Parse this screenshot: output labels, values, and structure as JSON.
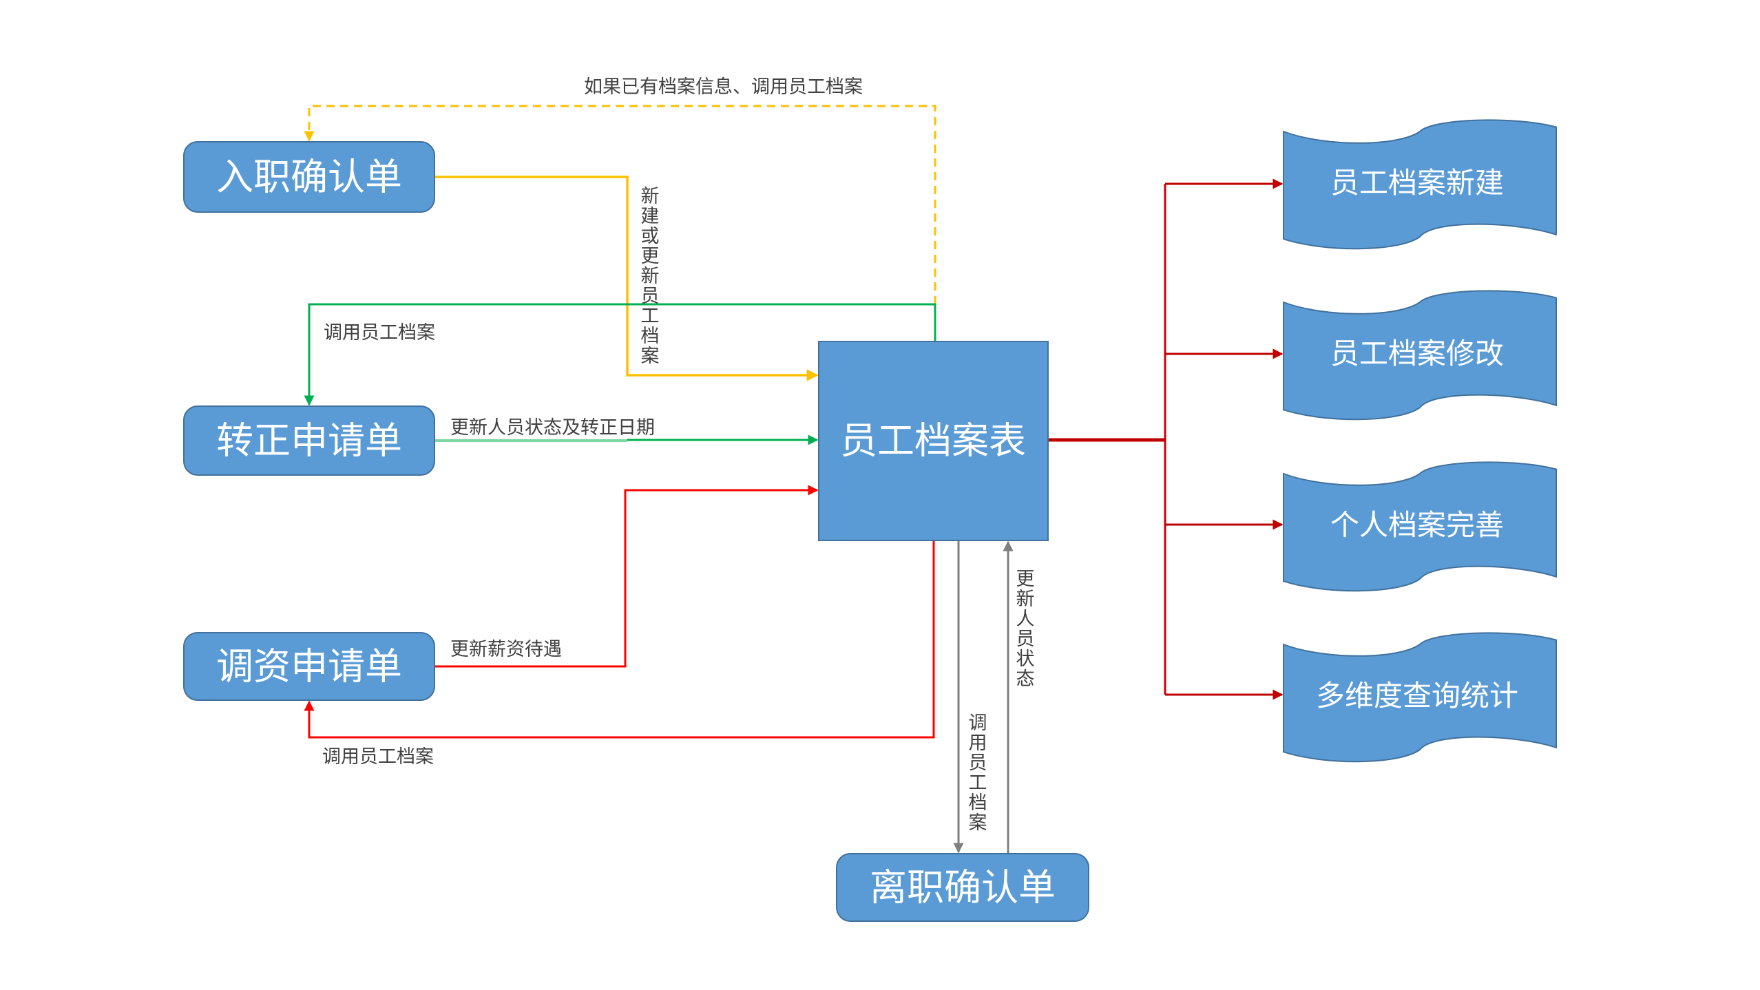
{
  "diagram": {
    "type": "data-flow",
    "colors": {
      "node_fill": "#5b9bd5",
      "node_stroke": "#41719c",
      "node_text": "#ffffff",
      "edge_yellow": "#ffc000",
      "edge_green": "#00b050",
      "edge_green_light": "#7fd6a0",
      "edge_red": "#ff0000",
      "edge_darkred": "#c00000",
      "edge_gray": "#7f7f7f",
      "label_text": "#404040"
    },
    "nodes": {
      "onboarding": {
        "label": "入职确认单",
        "shape": "rounded-rect"
      },
      "regularization": {
        "label": "转正申请单",
        "shape": "rounded-rect"
      },
      "salary_adjust": {
        "label": "调资申请单",
        "shape": "rounded-rect"
      },
      "employee_table": {
        "label": "员工档案表",
        "shape": "rect"
      },
      "resignation": {
        "label": "离职确认单",
        "shape": "rounded-rect"
      },
      "outputs": [
        {
          "label": "员工档案新建",
          "shape": "punched-tape"
        },
        {
          "label": "员工档案修改",
          "shape": "punched-tape"
        },
        {
          "label": "个人档案完善",
          "shape": "punched-tape"
        },
        {
          "label": "多维度查询统计",
          "shape": "punched-tape"
        }
      ]
    },
    "edges": {
      "dashed_recall": {
        "from": "employee_table",
        "to": "onboarding",
        "style": "dashed",
        "color": "yellow",
        "label": "如果已有档案信息、调用员工档案"
      },
      "create_update": {
        "from": "onboarding",
        "to": "employee_table",
        "color": "yellow",
        "label": "新建或更新员工档案"
      },
      "recall_regularization": {
        "from": "employee_table",
        "to": "regularization",
        "color": "green",
        "label": "调用员工档案"
      },
      "update_status_date": {
        "from": "regularization",
        "to": "employee_table",
        "color": "green",
        "label": "更新人员状态及转正日期"
      },
      "update_salary": {
        "from": "salary_adjust",
        "to": "employee_table",
        "color": "red",
        "label": "更新薪资待遇"
      },
      "recall_salary": {
        "from": "employee_table",
        "to": "salary_adjust",
        "color": "red",
        "label": "调用员工档案"
      },
      "recall_resignation": {
        "from": "employee_table",
        "to": "resignation",
        "color": "gray",
        "label": "调用员工档案"
      },
      "update_status": {
        "from": "resignation",
        "to": "employee_table",
        "color": "gray",
        "label": "更新人员状态"
      },
      "to_outputs": {
        "from": "employee_table",
        "to": "outputs",
        "color": "darkred",
        "label": ""
      }
    }
  }
}
